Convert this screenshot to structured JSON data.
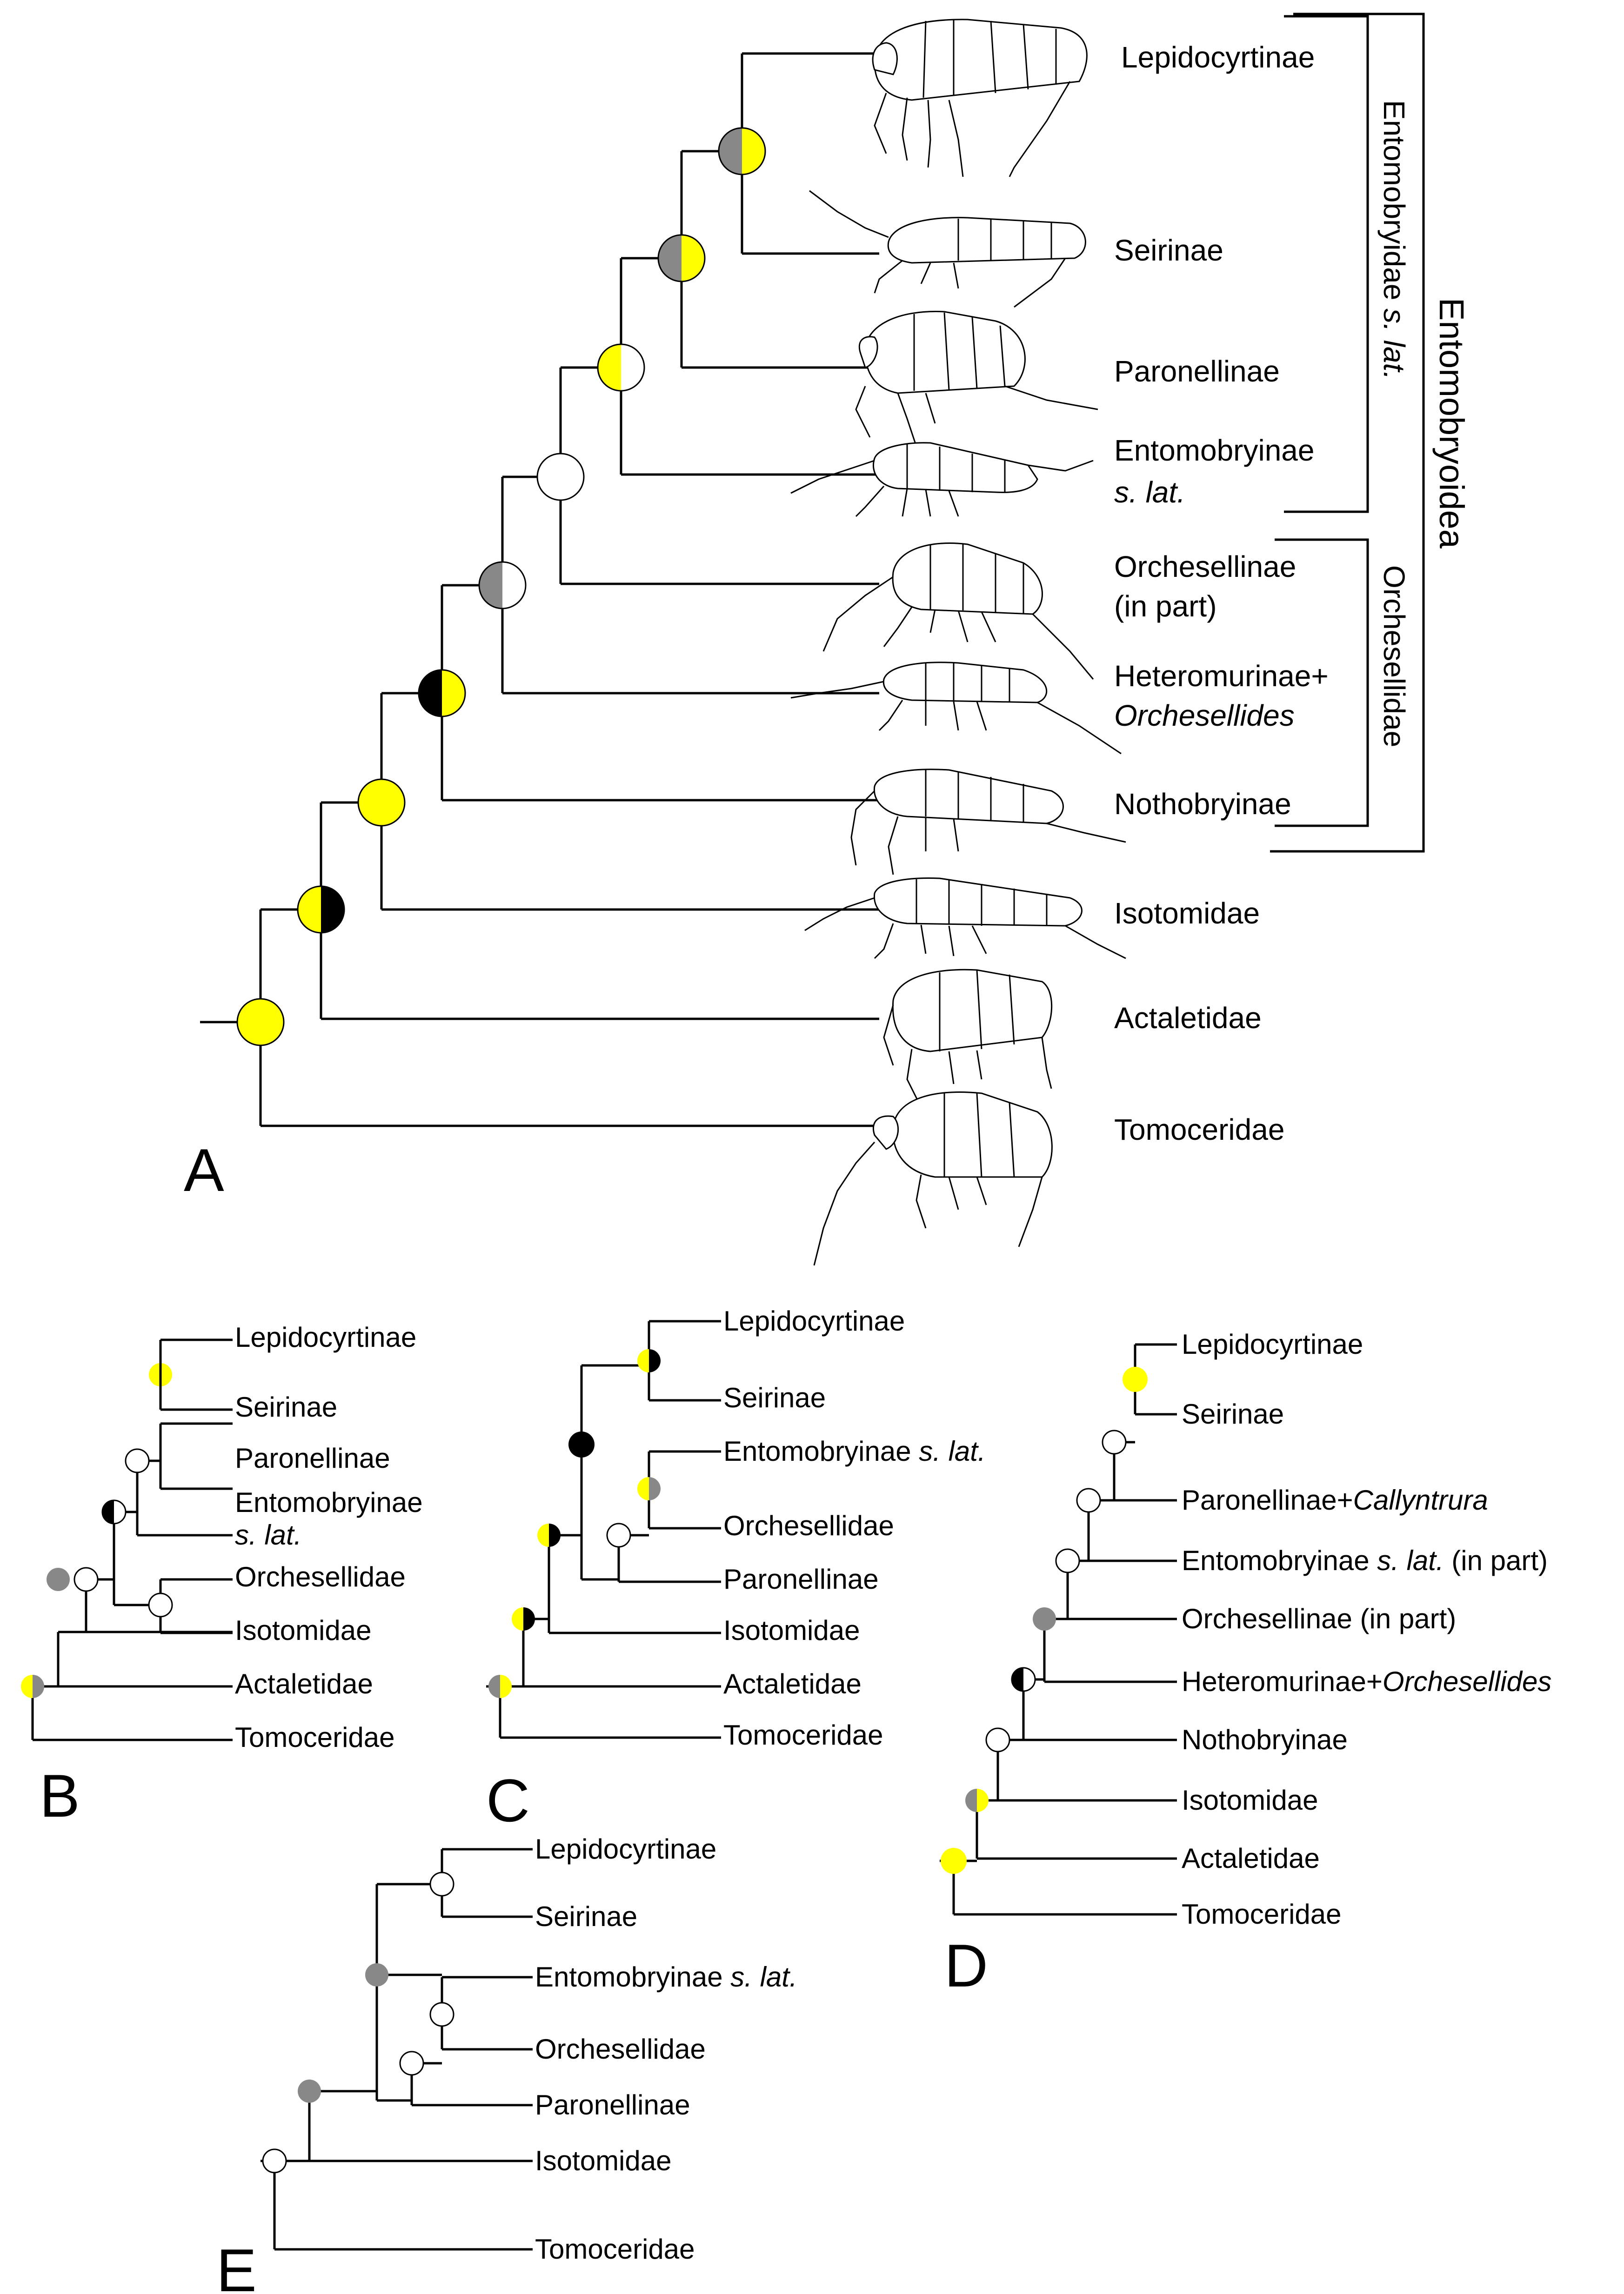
{
  "colors": {
    "yellow": "#ffff00",
    "black": "#000000",
    "gray": "#888888",
    "white": "#ffffff"
  },
  "panel_letters": {
    "A": "A",
    "B": "B",
    "C": "C",
    "D": "D",
    "E": "E"
  },
  "panel_a": {
    "taxa": {
      "lepidocyrtinae": "Lepidocyrtinae",
      "seirinae": "Seirinae",
      "paronellinae": "Paronellinae",
      "entomobryinae": "Entomobryinae",
      "entomobryinae_sub": "s. lat.",
      "orchesellinae": "Orchesellinae",
      "orchesellinae_sub": "(in part)",
      "heteromurinae": "Heteromurinae+",
      "heteromurinae_sub": "Orchesellides",
      "nothobryinae": "Nothobryinae",
      "isotomidae": "Isotomidae",
      "actaletidae": "Actaletidae",
      "tomoceridae": "Tomoceridae"
    },
    "brackets": {
      "entomobryidae_a": "Entomobryidae ",
      "entomobryidae_b": "s. lat.",
      "orchesellidae": "Orchesellidae",
      "entomobryoidea": "Entomobryoidea"
    },
    "nodes": [
      {
        "id": "root",
        "left": "yellow",
        "right": "yellow"
      },
      {
        "id": "n1",
        "left": "yellow",
        "right": "black"
      },
      {
        "id": "n2",
        "left": "yellow",
        "right": "yellow"
      },
      {
        "id": "n3",
        "left": "black",
        "right": "yellow"
      },
      {
        "id": "n4",
        "left": "gray",
        "right": "white"
      },
      {
        "id": "n5",
        "left": "white",
        "right": "white"
      },
      {
        "id": "n6",
        "left": "yellow",
        "right": "white"
      },
      {
        "id": "n7",
        "left": "gray",
        "right": "yellow"
      },
      {
        "id": "n8",
        "left": "gray",
        "right": "yellow"
      }
    ]
  },
  "panel_b": {
    "taxa": [
      "Lepidocyrtinae",
      "Seirinae",
      "Paronellinae",
      "Entomobryinae",
      "s. lat.",
      "Orchesellidae",
      "Isotomidae",
      "Actaletidae",
      "Tomoceridae"
    ]
  },
  "panel_c": {
    "taxa": [
      "Lepidocyrtinae",
      "Seirinae",
      "Entomobryinae ",
      "s. lat.",
      "Orchesellidae",
      "Paronellinae",
      "Isotomidae",
      "Actaletidae",
      "Tomoceridae"
    ]
  },
  "panel_d": {
    "taxa": {
      "lepidocyrtinae": "Lepidocyrtinae",
      "seirinae": "Seirinae",
      "paronellinae": "Paronellinae+",
      "callyntrura": "Callyntrura",
      "entomobryinae": "Entomobryinae ",
      "entomobryinae_it": "s. lat.",
      "entomobryinae_end": " (in part)",
      "orchesellinae": "Orchesellinae (in part)",
      "heteromurinae": "Heteromurinae+",
      "orchesellides": "Orchesellides",
      "nothobryinae": "Nothobryinae",
      "isotomidae": "Isotomidae",
      "actaletidae": "Actaletidae",
      "tomoceridae": "Tomoceridae"
    }
  },
  "panel_e": {
    "taxa": [
      "Lepidocyrtinae",
      "Seirinae",
      "Entomobryinae ",
      "s. lat.",
      "Orchesellidae",
      "Paronellinae",
      "Isotomidae",
      "Tomoceridae"
    ]
  }
}
